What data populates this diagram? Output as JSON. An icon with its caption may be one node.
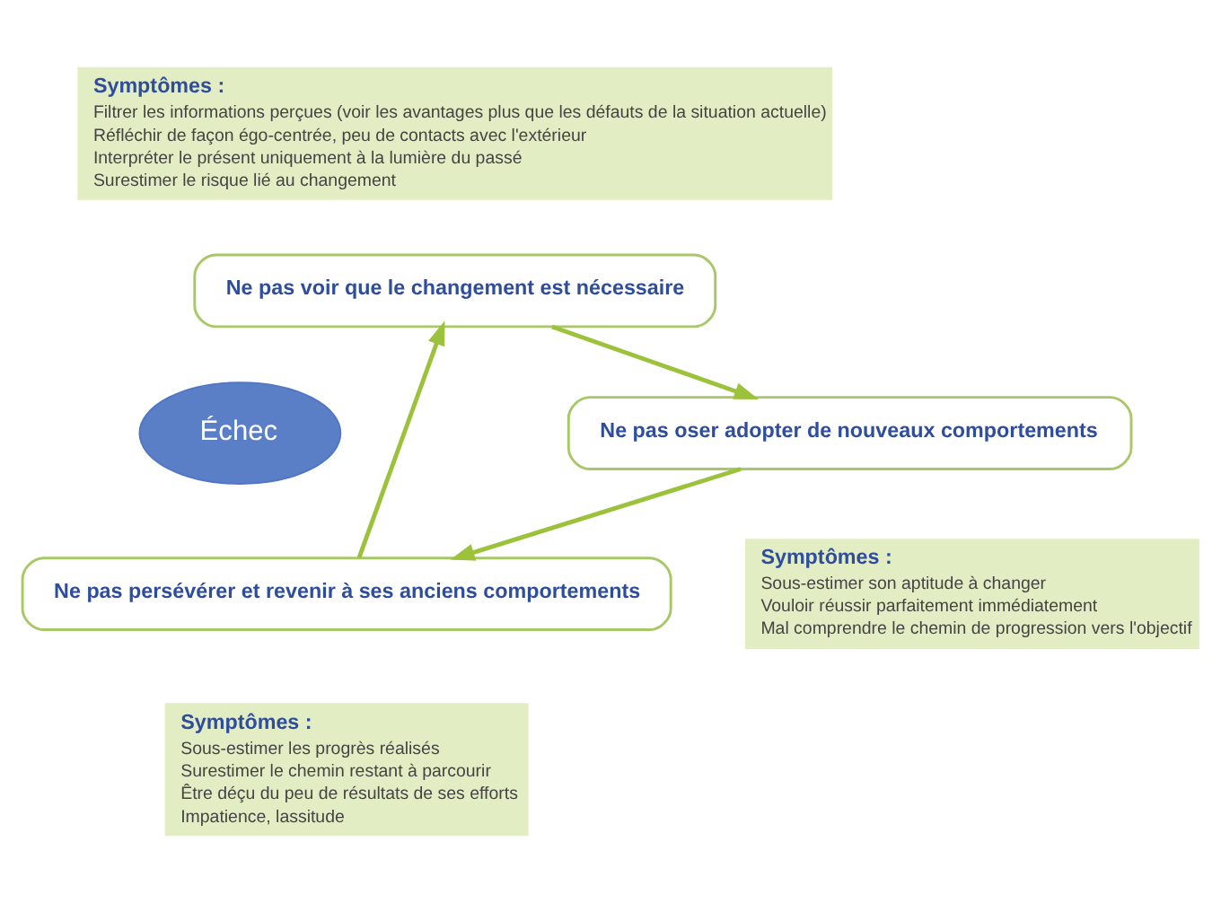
{
  "diagram": {
    "nodes": [
      {
        "text": [
          "Symptômes :",
          "Filtrer les informations perçues (voir les avantages plus que les défauts de la situation actuelle)",
          "Réfléchir de façon égo-centrée, peu de contacts avec l'extérieur",
          "Interpréter le présent uniquement à la lumière du passé",
          "Surestimer le risque lié au changement"
        ]
      },
      {
        "text": [
          "Ne pas voir que le changement est nécessaire"
        ]
      },
      {
        "text": [
          "Échec"
        ]
      },
      {
        "text": [
          "Ne pas oser adopter de nouveaux comportements"
        ]
      },
      {
        "text": [
          "Ne pas persévérer et revenir à ses anciens comportements"
        ]
      },
      {
        "text": [
          "Symptômes :",
          "Sous-estimer son aptitude à changer",
          "Vouloir réussir parfaitement immédiatement",
          "Mal comprendre le chemin de progression vers l'objectif"
        ]
      },
      {
        "text": [
          "Symptômes :",
          "Sous-estimer les progrès réalisés",
          "Surestimer le chemin restant à parcourir",
          "Être déçu du peu de résultats de ses efforts",
          "Impatience, lassitude"
        ]
      }
    ],
    "edges": [
      {
        "from": 1,
        "to": 3,
        "arrow": "to"
      },
      {
        "from": 3,
        "to": 4,
        "arrow": "to"
      },
      {
        "from": 4,
        "to": 1,
        "arrow": "to"
      }
    ]
  }
}
